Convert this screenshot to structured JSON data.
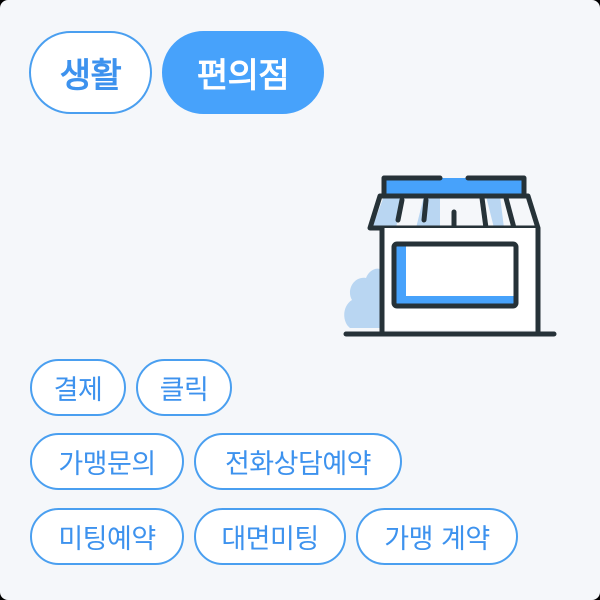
{
  "category_tabs": [
    {
      "label": "생활",
      "active": false
    },
    {
      "label": "편의점",
      "active": true
    }
  ],
  "illustration": {
    "icon": "storefront-icon"
  },
  "keyword_tags": [
    {
      "label": "결제"
    },
    {
      "label": "클릭"
    },
    {
      "label": "가맹문의"
    },
    {
      "label": "전화상담예약"
    },
    {
      "label": "미팅예약"
    },
    {
      "label": "대면미팅"
    },
    {
      "label": "가맹 계약"
    }
  ],
  "colors": {
    "background": "#f5f7fa",
    "accent": "#47a2fb",
    "outline": "#4a9ff0",
    "icon_stroke": "#263238",
    "icon_light": "#b9d6f2"
  }
}
